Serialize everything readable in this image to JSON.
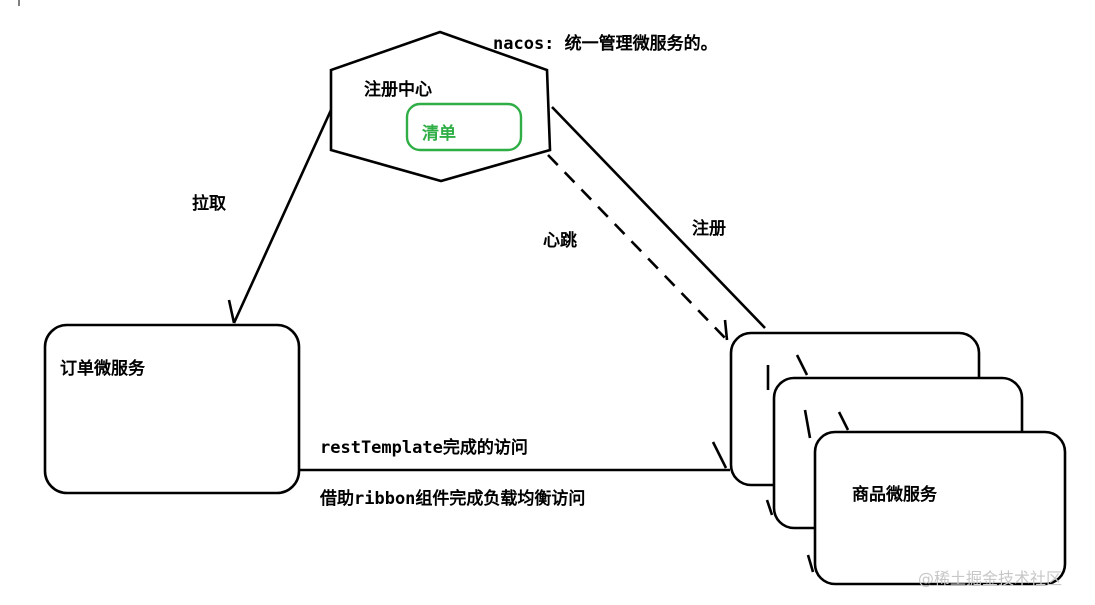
{
  "title": "nacos: 统一管理微服务的。",
  "registry": {
    "label": "注册中心",
    "inner_label": "清单"
  },
  "edges": {
    "pull": "拉取",
    "heartbeat": "心跳",
    "register": "注册",
    "rest_call": "restTemplate完成的访问",
    "ribbon_call": "借助ribbon组件完成负载均衡访问"
  },
  "order_service": {
    "label": "订单微服务"
  },
  "product_service": {
    "label": "商品微服务"
  },
  "watermark": "@稀土掘金技术社区",
  "colors": {
    "line": "#000000",
    "list_green": "#2fae45",
    "watermark": "#c7c7c7"
  }
}
